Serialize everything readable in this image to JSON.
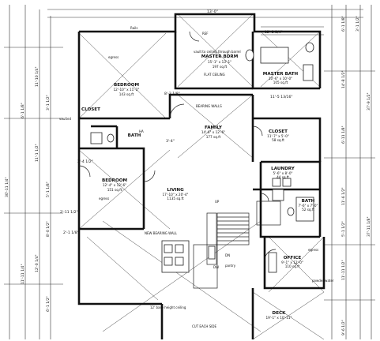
{
  "rooms": {
    "master_bdrm": {
      "name": "MASTER BDRM",
      "size": "15'-1\" x 13'-1\"",
      "area": "197 sq.ft"
    },
    "master_bath": {
      "name": "MASTER BATH",
      "size": "10'-6\" x 10'-0\"",
      "area": "105 sq.ft"
    },
    "bedroom1": {
      "name": "BEDROOM",
      "size": "12'-10\" x 11'-2\"",
      "area": "143 sq.ft"
    },
    "bedroom2": {
      "name": "BEDROOM",
      "size": "12'-4\" x 12'-6\"",
      "area": "151 sq.ft"
    },
    "family": {
      "name": "FAMILY",
      "size": "14'-6\" x 12'-6\"",
      "area": "177 sq.ft"
    },
    "closet_left": {
      "name": "CLOSET"
    },
    "closet_right": {
      "name": "CLOSET",
      "size": "11'-7\" x 5'-0\"",
      "area": "58 sq.ft"
    },
    "bath_left": {
      "name": "BATH"
    },
    "bath_right": {
      "name": "BATH",
      "size": "7'-6\" x 7'-0\"",
      "area": "52 sq.ft"
    },
    "laundry": {
      "name": "LAUNDRY",
      "size": "5'-6\" x 8'-0\"",
      "area": "44 sq.ft"
    },
    "living": {
      "name": "LIVING",
      "size": "17'-10\" x 20'-4\"",
      "area": "1135 sq.ft"
    },
    "office": {
      "name": "OFFICE",
      "size": "9'-1\" x 12'-0\"",
      "area": "110 sq.ft"
    },
    "deck": {
      "name": "DECK",
      "size": "19'-1\" x 10'-11\""
    }
  },
  "notes": {
    "rails": "Rails",
    "vault": "vault to ceiling through barrel",
    "vaulted": "vaulted",
    "bearing_walls": "BEARING WALLS",
    "flat_ceiling": "FLAT CEILING",
    "new_bearing_wall": "NEW BEARING WALL",
    "egress": "egress",
    "pantry": "pantry",
    "dw": "DW",
    "ref": "REF",
    "up": "UP",
    "dn": "DN",
    "height_clg": "12' base height ceiling",
    "cut_each_side": "CUT EACH SIDE",
    "powder": "powder water",
    "ha": "HA"
  },
  "dimensions": {
    "top_a": "12'-5 3/4\"",
    "top_b": "13'-0\"",
    "mb_right": "11'-5 13/16\"",
    "right_1": "6'-1 1/8\"",
    "right_2": "14'-8 1/2\"",
    "right_3": "37'-9 1/2\"",
    "right_4": "6'-11 1/8\"",
    "right_5": "11'-6 1/2\"",
    "right_6": "37'-11 1/8\"",
    "right_7": "5'-1 1/2\"",
    "right_8": "11'-11 1/2\"",
    "right_9": "9'-6 1/2\"",
    "right_10": "3'-1 1/2\"",
    "left_1": "11'-10 1/4\"",
    "left_2": "3'-1 1/2\"",
    "left_3": "6'-1 1/8\"",
    "left_4": "11'-1 1/2\"",
    "left_5": "5'-1 1/8\"",
    "left_6": "30'-11 1/4\"",
    "left_7": "8'-0 1/2\"",
    "left_8": "12'-0 1/4\"",
    "left_9": "11'-11 1/4\"",
    "left_10": "6'-1 1/2\"",
    "inner_1": "8'-2 1/8\"",
    "inner_2": "2'-4 1/2\"",
    "inner_3": "2'-11 1/2\"",
    "inner_4": "2'-1 1/8\"",
    "inner_5": "3'-4\""
  }
}
